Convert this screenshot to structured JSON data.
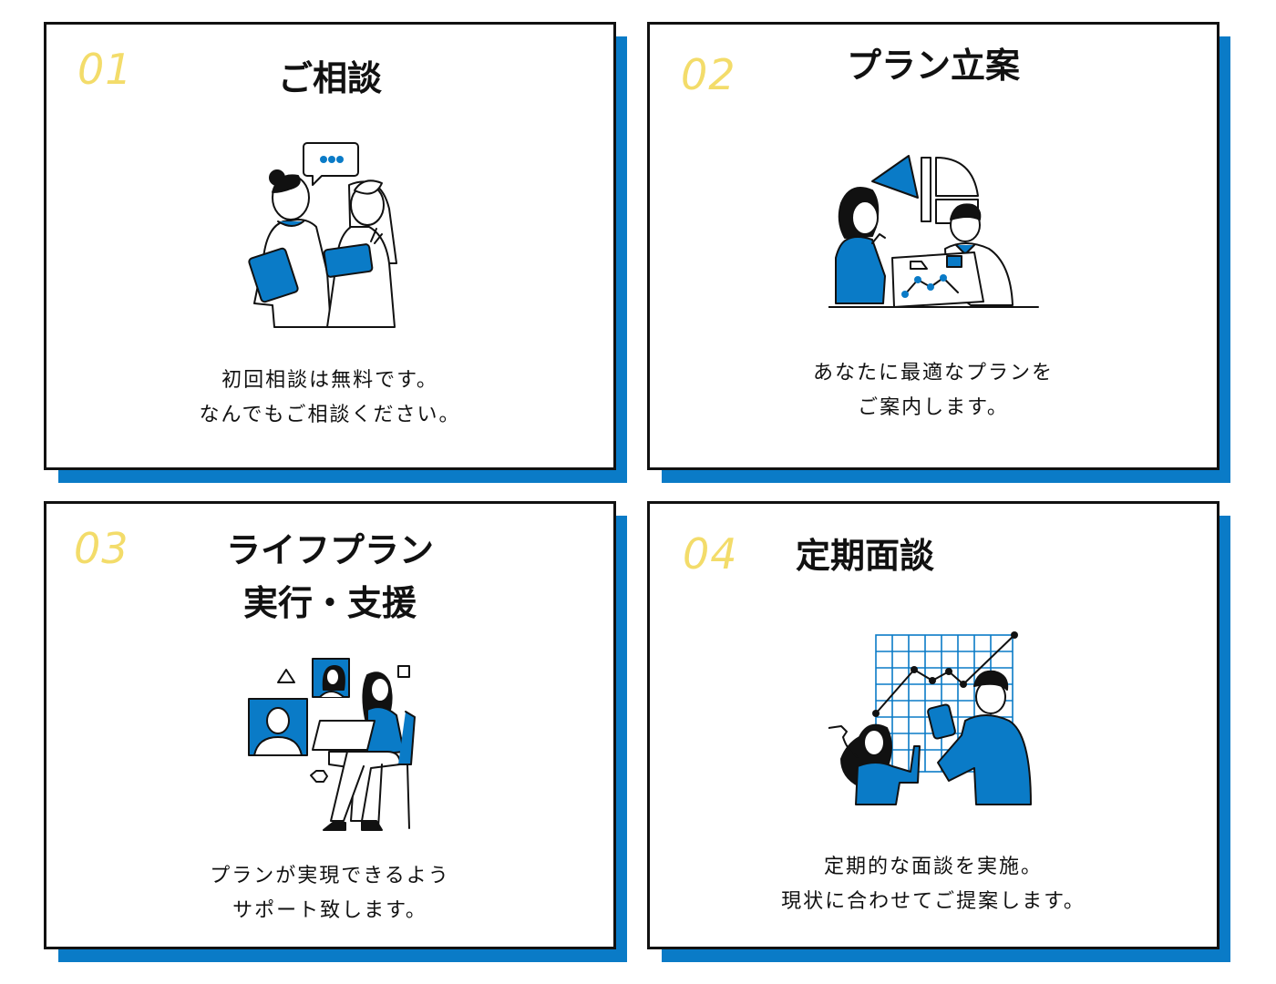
{
  "colors": {
    "accent": "#0a7bc7",
    "number": "#f3dc6a",
    "border": "#111111"
  },
  "steps": [
    {
      "number": "01",
      "title_lines": [
        "ご相談"
      ],
      "description_lines": [
        "初回相談は無料です。",
        "なんでもご相談ください。"
      ],
      "illustration": "two-women-chatting-illustration"
    },
    {
      "number": "02",
      "title_lines": [
        "プラン立案"
      ],
      "description_lines": [
        "あなたに最適なプランを",
        "ご案内します。"
      ],
      "illustration": "planning-meeting-illustration"
    },
    {
      "number": "03",
      "title_lines": [
        "ライフプラン",
        "実行・支援"
      ],
      "description_lines": [
        "プランが実現できるよう",
        "サポート致します。"
      ],
      "illustration": "online-support-illustration"
    },
    {
      "number": "04",
      "title_lines": [
        "定期面談"
      ],
      "description_lines": [
        "定期的な面談を実施。",
        "現状に合わせてご提案します。"
      ],
      "illustration": "chart-review-illustration"
    }
  ]
}
